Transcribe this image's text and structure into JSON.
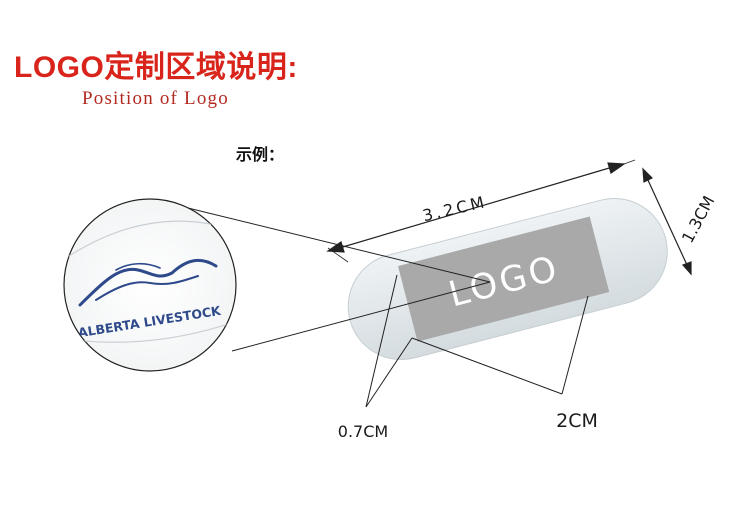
{
  "header": {
    "title": "LOGO定制区域说明:",
    "subtitle": "Position of Logo",
    "example_label": "示例："
  },
  "diagram": {
    "logo_placeholder": "LOGO",
    "zoom_logo_text": "ALBERTA LIVESTOCK",
    "dimensions": {
      "length": "3.2CM",
      "width": "1.3CM",
      "margin": "0.7CM",
      "logo_width": "2CM"
    },
    "colors": {
      "title": "#d9241b",
      "product": "#e3e9ec",
      "logo_area": "#a9a9a9",
      "zoom_logo": "#2e4a8a"
    }
  }
}
